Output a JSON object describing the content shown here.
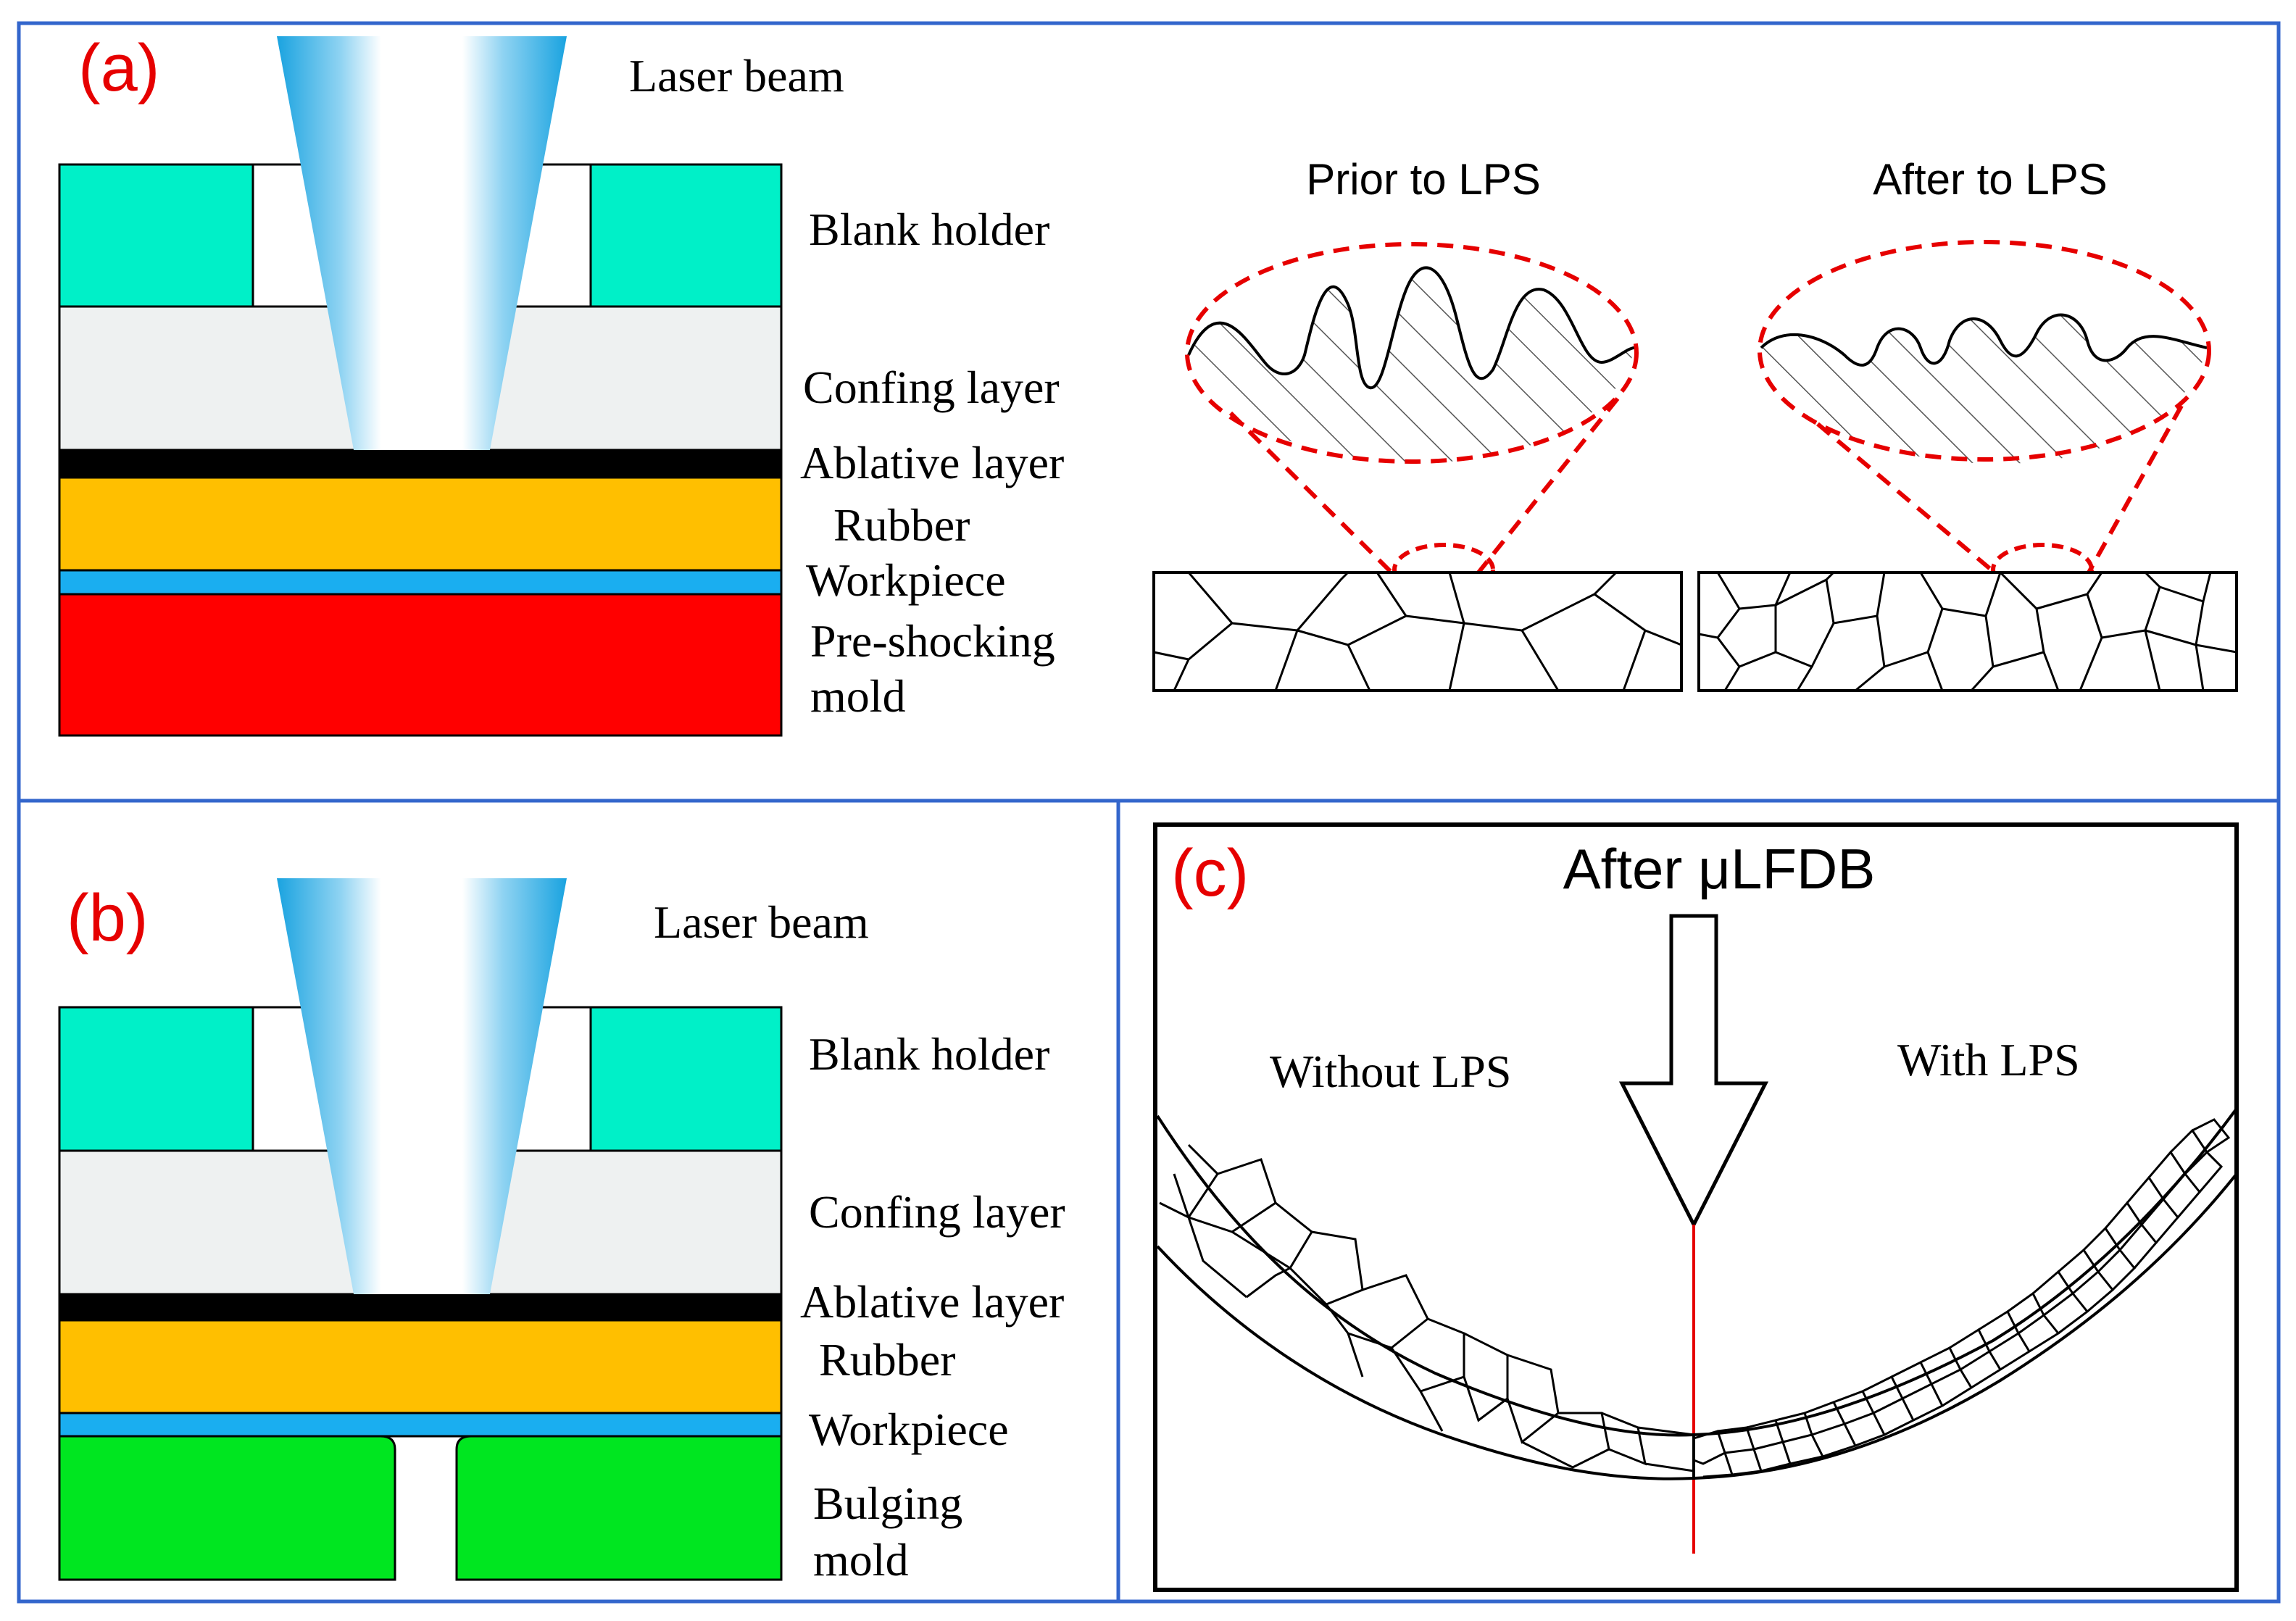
{
  "colors": {
    "frame": "#3366cc",
    "blank_holder": "#00f0c8",
    "confining": "#eef1f1",
    "ablative": "#000000",
    "rubber": "#ffbf00",
    "workpiece": "#1aaef0",
    "pre_shocking_mold": "#ff0000",
    "bulging_mold": "#00e620",
    "beam_outer": "#1aa3e0",
    "panel_letter": "#e60000",
    "dashed": "#e60000",
    "centerline": "#e60000"
  },
  "panel_a": {
    "letter": "(a)",
    "laser_beam": "Laser beam",
    "blank_holder": "Blank holder",
    "confining_layer": "Confing layer",
    "ablative_layer": "Ablative layer",
    "rubber": "Rubber",
    "workpiece": "Workpiece",
    "mold_line1": "Pre-shocking",
    "mold_line2": "mold",
    "prior_label": "Prior to LPS",
    "after_label": "After to LPS"
  },
  "panel_b": {
    "letter": "(b)",
    "laser_beam": "Laser beam",
    "blank_holder": "Blank holder",
    "confining_layer": "Confing layer",
    "ablative_layer": "Ablative layer",
    "rubber": "Rubber",
    "workpiece": "Workpiece",
    "mold_line1": "Bulging",
    "mold_line2": "mold"
  },
  "panel_c": {
    "letter": "(c)",
    "title": "After μLFDB",
    "without": "Without LPS",
    "with": "With LPS"
  }
}
